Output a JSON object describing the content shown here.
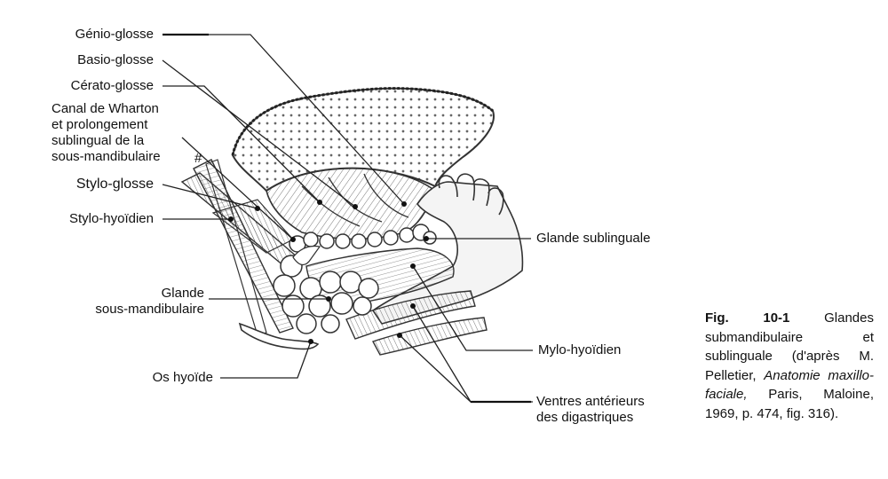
{
  "labels": {
    "genio_glosse": "Génio-glosse",
    "basio_glosse": "Basio-glosse",
    "cerato_glosse": "Cérato-glosse",
    "canal_wharton": "Canal de Wharton\net prolongement\nsublingual de la\nsous-mandibulaire",
    "hash_mark": "#",
    "stylo_glosse": "Stylo-glosse",
    "stylo_hyoidien": "Stylo-hyoïdien",
    "glande_sous_mandibulaire": "Glande\nsous-mandibulaire",
    "os_hyoide": "Os hyoïde",
    "glande_sublinguale": "Glande sublinguale",
    "mylo_hyoidien": "Mylo-hyoïdien",
    "ventres_digastriques": "Ventres antérieurs\ndes digastriques"
  },
  "caption": {
    "fig_number": "Fig. 10-1",
    "text_part1": "Glandes submandibulaire et sublinguale (d'après M. Pelletier,",
    "book_title": "Anatomie maxillo-faciale,",
    "text_part2": "Paris, Maloine, 1969, p. 474, fig. 316)."
  }
}
